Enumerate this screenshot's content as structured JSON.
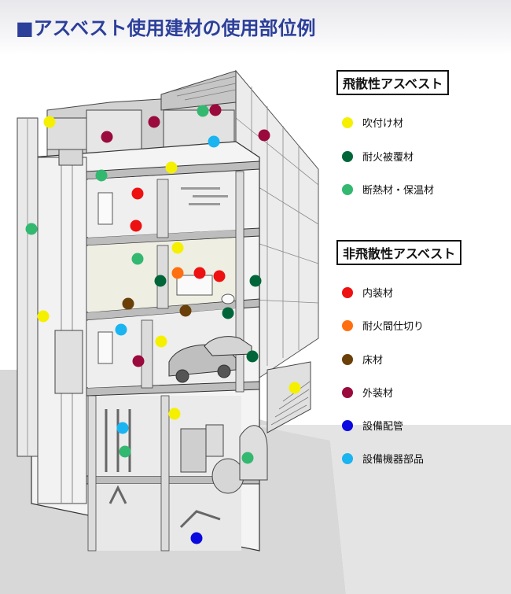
{
  "title": "■アスベスト使用建材の使用部位例",
  "legend": {
    "friable_header": "飛散性アスベスト",
    "nonfriable_header": "非飛散性アスベスト",
    "friable_items": [
      {
        "label": "吹付け材",
        "color": "#f5f000"
      },
      {
        "label": "耐火被覆材",
        "color": "#00663a"
      },
      {
        "label": "断熱材・保温材",
        "color": "#33b870"
      }
    ],
    "nonfriable_items": [
      {
        "label": "内装材",
        "color": "#ee1111"
      },
      {
        "label": "耐火間仕切り",
        "color": "#ff6f10"
      },
      {
        "label": "床材",
        "color": "#6a4008"
      },
      {
        "label": "外装材",
        "color": "#9a0a3c"
      },
      {
        "label": "設備配管",
        "color": "#0a0ae0"
      },
      {
        "label": "設備機器部品",
        "color": "#1ab4f0"
      }
    ]
  }
}
